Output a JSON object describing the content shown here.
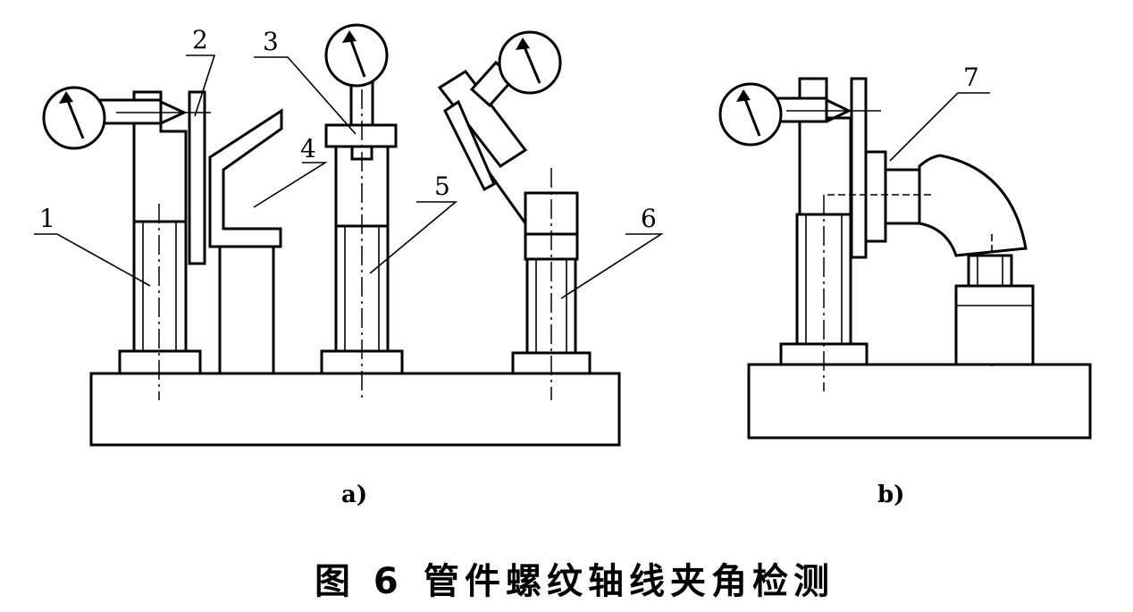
{
  "labels": {
    "l1": "1",
    "l2": "2",
    "l3": "3",
    "l4": "4",
    "l5": "5",
    "l6": "6",
    "l7": "7"
  },
  "subfigures": {
    "a": "a)",
    "b": "b)"
  },
  "caption": {
    "number": "图 6",
    "title": "管件螺纹轴线夹角检测"
  }
}
